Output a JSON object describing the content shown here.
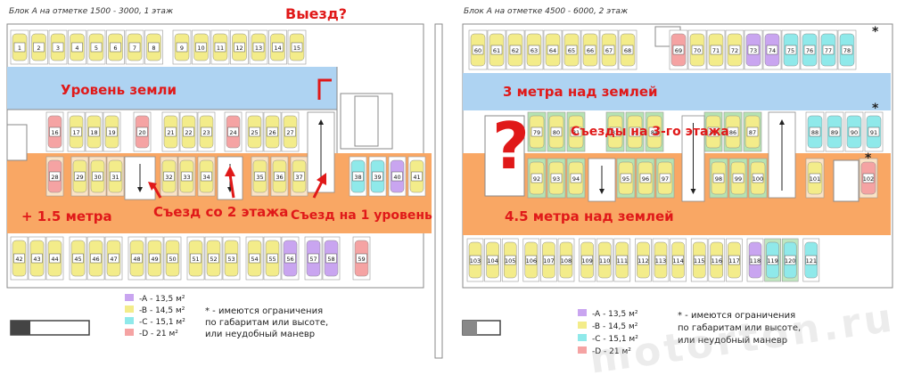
{
  "left": {
    "title": "Блок А на отметке 1500 - 3000, 1 этаж",
    "top_row": [
      1,
      2,
      3,
      4,
      5,
      6,
      7,
      8,
      9,
      10,
      11,
      12,
      13,
      14,
      15
    ],
    "mid_row": [
      16,
      17,
      18,
      19,
      20,
      21,
      22,
      23,
      24,
      25,
      26,
      27
    ],
    "low_row": [
      28,
      29,
      30,
      31,
      32,
      33,
      34,
      35,
      36,
      37,
      38,
      39,
      40,
      41
    ],
    "bottom_row": [
      42,
      43,
      44,
      45,
      46,
      47,
      48,
      49,
      50,
      51,
      52,
      53,
      54,
      55,
      56,
      57,
      58,
      59
    ]
  },
  "right": {
    "title": "Блок А на отметке 4500 - 6000, 2 этаж",
    "top_row": [
      60,
      61,
      62,
      63,
      64,
      65,
      66,
      67,
      68,
      69,
      70,
      71,
      72,
      73,
      74,
      75,
      76,
      77,
      78
    ],
    "mid_row": [
      79,
      80,
      81,
      82,
      83,
      84,
      85,
      86,
      87,
      88,
      89,
      90,
      91
    ],
    "low_row": [
      92,
      93,
      94,
      95,
      96,
      97,
      98,
      99,
      100,
      101,
      102
    ],
    "bottom_row": [
      103,
      104,
      105,
      106,
      107,
      108,
      109,
      110,
      111,
      112,
      113,
      114,
      115,
      116,
      117,
      118,
      119,
      120,
      121
    ]
  },
  "annotations": {
    "exit_question": "Выезд?",
    "ground_level": "Уровень земли",
    "plus_1_5": "+ 1.5 метра",
    "descent_from_2": "Съезд со 2 этажа",
    "descent_to_1": "Съезд на 1 уровень",
    "three_m_above": "3 метра над землей",
    "ramps_3rd_floor": "Съезды на 3-го этажа",
    "four_half_above": "4.5 метра над землей",
    "question_mark": "?",
    "asterisk": "*"
  },
  "legend": {
    "items": [
      {
        "label": "-A - 13,5 м²",
        "color": "#c9a5f0"
      },
      {
        "label": "-B - 14,5 м²",
        "color": "#f3ec8a"
      },
      {
        "label": "-C - 15,1 м²",
        "color": "#8fe9ea"
      },
      {
        "label": "-D - 21 м²",
        "color": "#f5a3a3"
      }
    ],
    "note_lines": [
      "* - имеются ограничения",
      "по габаритам или высоте,",
      "или неудобный маневр"
    ]
  },
  "watermark": "motorton.ru",
  "colors": {
    "ground_band": "#aed3f2",
    "orange_band": "#f9a764",
    "annotation_red": "#e01919",
    "ramp_green": "#b6e3b2",
    "spot_yellow": "#f3ec8a",
    "spot_pink": "#f5a3a3",
    "spot_cyan": "#8fe9ea",
    "spot_purple": "#c9a5f0",
    "wall": "#555555"
  }
}
